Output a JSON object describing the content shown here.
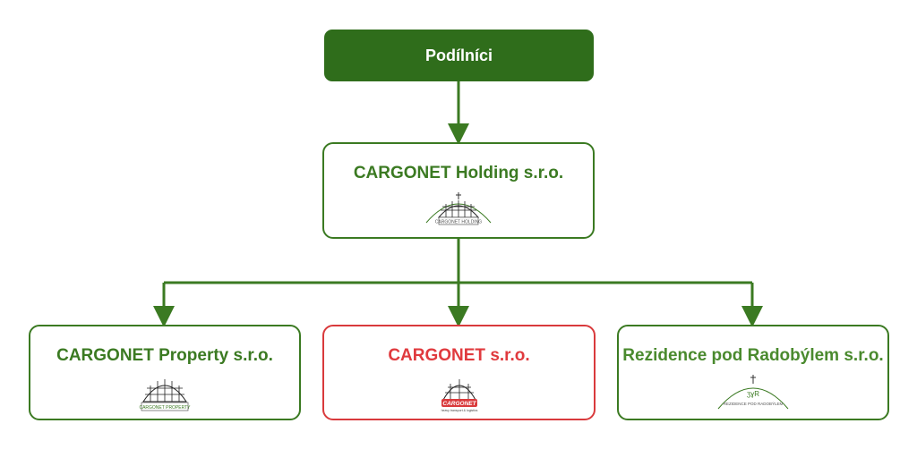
{
  "root": {
    "label": "Podílníci",
    "color": "#2f6d1b"
  },
  "holding": {
    "label": "CARGONET Holding s.r.o.",
    "logo_text": "CARGONET HOLDING"
  },
  "children": [
    {
      "label": "CARGONET Property s.r.o.",
      "logo_text": "CARGONET PROPERTY"
    },
    {
      "label": "CARGONET s.r.o.",
      "logo_text": "CARGONET",
      "logo_subtext": "heavy transport & logistics"
    },
    {
      "label": "Rezidence pod Radobýlem s.r.o.",
      "logo_text": "REZIDENCE POD RADOBÝLEM"
    }
  ],
  "colors": {
    "green": "#3b7a22",
    "red": "#d93a3c"
  }
}
